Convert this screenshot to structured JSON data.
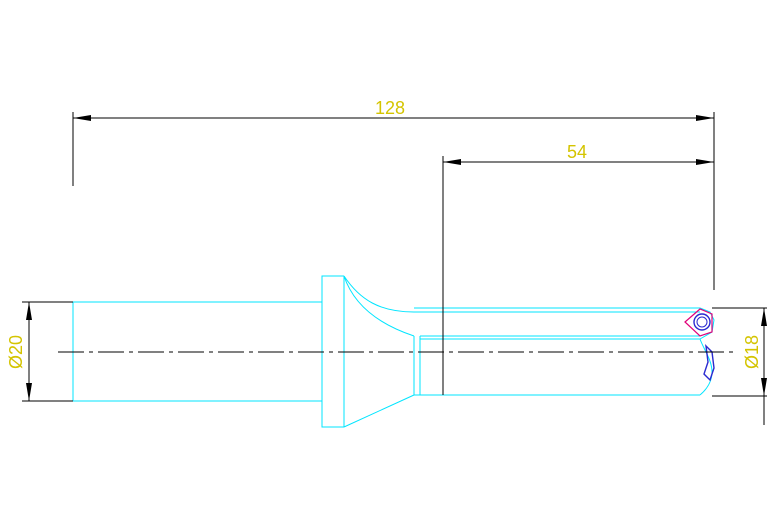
{
  "drawing": {
    "background": "#ffffff",
    "colors": {
      "outline": "#00e5ff",
      "dimension_line": "#000000",
      "dimension_text": "#d4c400",
      "center_line": "#000000",
      "insert_edge": "#e0007a",
      "insert_body": "#2a2ad0"
    },
    "dimensions": {
      "overall_length": "128",
      "flute_length": "54",
      "shank_diameter": "Ø20",
      "cutting_diameter": "Ø18"
    }
  }
}
